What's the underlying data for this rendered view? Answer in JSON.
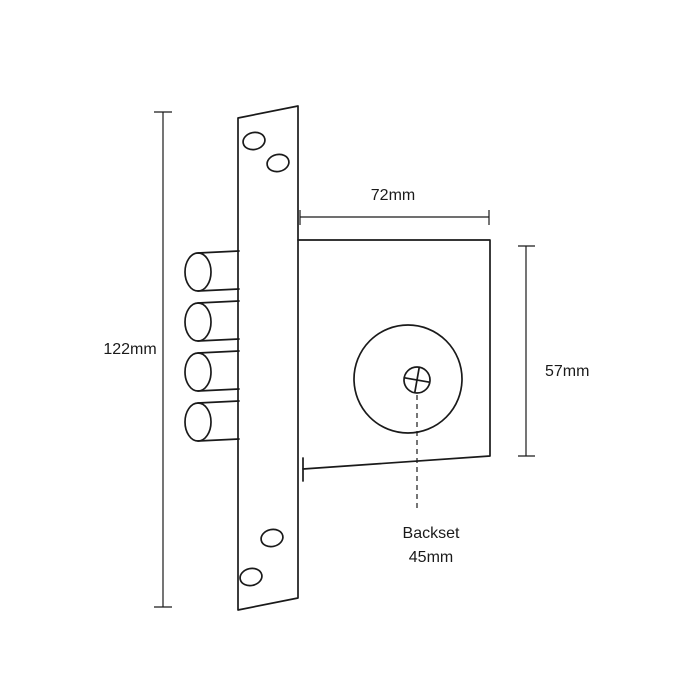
{
  "colors": {
    "line": "#1a1a1a",
    "background": "#ffffff"
  },
  "diagram": {
    "type": "technical-drawing",
    "description": "Mortice deadlock side view with faceplate, four round locking bolts, lock case, cylinder boss and dimension callouts",
    "labels": {
      "overall_height": "122mm",
      "case_width": "72mm",
      "case_height": "57mm",
      "backset_title": "Backset",
      "backset_value": "45mm"
    },
    "measurements": {
      "overall_height_mm": 122,
      "case_width_mm": 72,
      "case_height_mm": 57,
      "backset_mm": 45,
      "bolt_count": 4,
      "screw_hole_count": 4
    }
  }
}
